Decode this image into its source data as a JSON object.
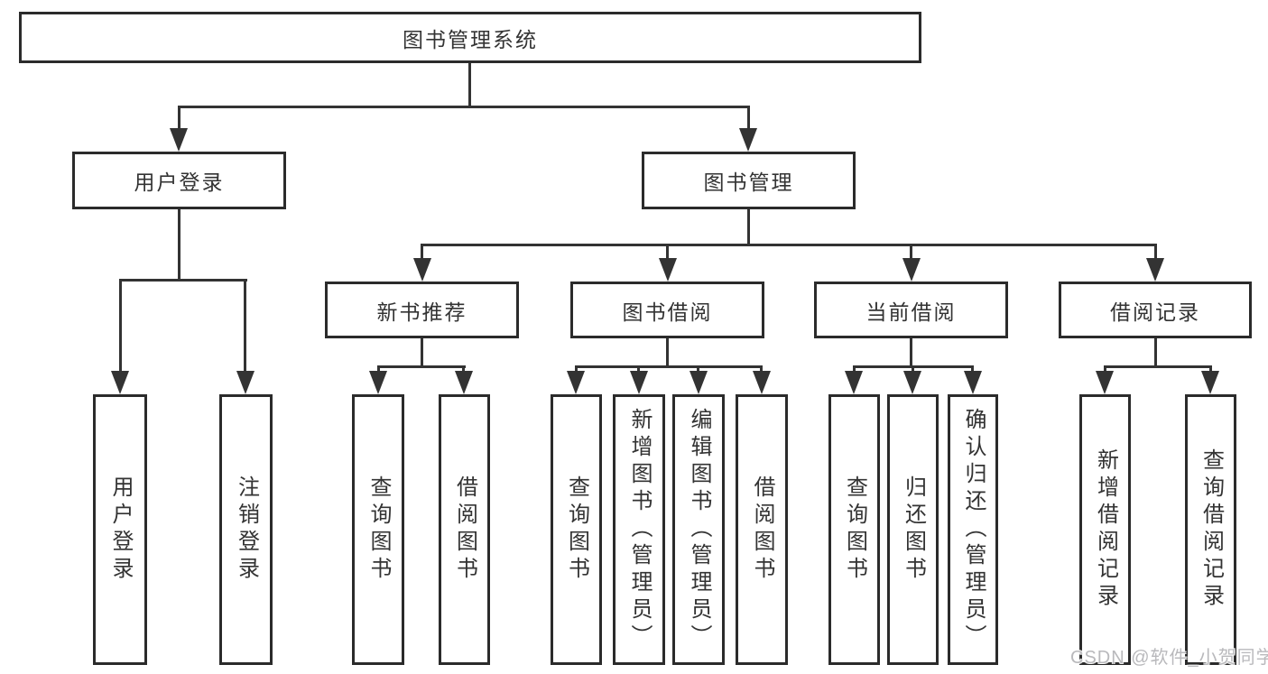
{
  "nodes": {
    "root": "图书管理系统",
    "l2": [
      "用户登录",
      "图书管理"
    ],
    "l3": [
      "新书推荐",
      "图书借阅",
      "当前借阅",
      "借阅记录"
    ],
    "leaves": [
      "用户登录",
      "注销登录",
      "查询图书",
      "借阅图书",
      "查询图书",
      "新增图书（管理员）",
      "编辑图书（管理员）",
      "借阅图书",
      "查询图书",
      "归还图书",
      "确认归还（管理员）",
      "新增借阅记录",
      "查询借阅记录"
    ]
  },
  "hierarchy": {
    "图书管理系统": {
      "用户登录": [
        "用户登录",
        "注销登录"
      ],
      "图书管理": {
        "新书推荐": [
          "查询图书",
          "借阅图书"
        ],
        "图书借阅": [
          "查询图书",
          "新增图书（管理员）",
          "编辑图书（管理员）",
          "借阅图书"
        ],
        "当前借阅": [
          "查询图书",
          "归还图书",
          "确认归还（管理员）"
        ],
        "借阅记录": [
          "新增借阅记录",
          "查询借阅记录"
        ]
      }
    }
  },
  "watermark": "CSDN @软件_小贺同学",
  "colors": {
    "line": "#333333",
    "box_border": "#2b2b2b",
    "text": "#333333",
    "watermark": "#b9b9bc",
    "background": "#ffffff"
  }
}
